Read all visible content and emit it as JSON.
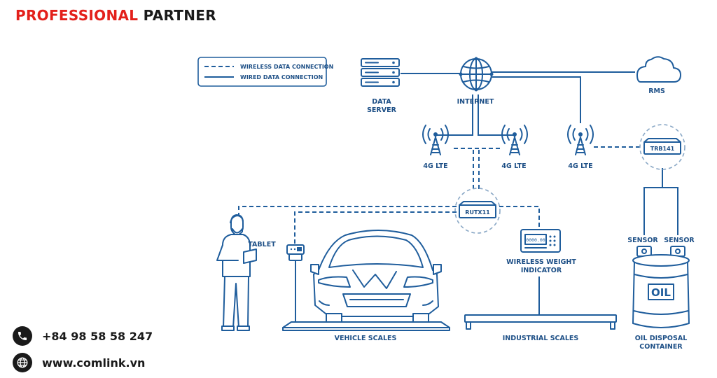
{
  "header": {
    "title_red": "PROFESSIONAL",
    "title_dark": "PARTNER"
  },
  "legend": {
    "wireless": "WIRELESS DATA CONNECTION",
    "wired": "WIRED DATA CONNECTION"
  },
  "nodes": {
    "data_server": [
      "DATA",
      "SERVER"
    ],
    "internet": "INTERNET",
    "rms": "RMS",
    "lte_1": "4G LTE",
    "lte_2": "4G LTE",
    "lte_3": "4G LTE",
    "trb141": "TRB141",
    "rutx11": "RUTX11",
    "tablet": "TABLET",
    "wireless_weight_indicator": [
      "WIRELESS WEIGHT",
      "INDICATOR"
    ],
    "indicator_display": "0000.00",
    "sensor_1": "SENSOR",
    "sensor_2": "SENSOR",
    "oil": "OIL",
    "vehicle_scales": "VEHICLE SCALES",
    "industrial_scales": "INDUSTRIAL SCALES",
    "oil_container": [
      "OIL DISPOSAL",
      "CONTAINER"
    ]
  },
  "contact": {
    "phone": "+84 98 58 58 247",
    "website": "www.comlink.vn"
  },
  "colors": {
    "brand_red": "#e3201b",
    "diagram_blue": "#1f5d9c",
    "text_dark": "#1a1a1a"
  },
  "icons": {
    "phone": "phone-icon",
    "web": "globe-icon"
  }
}
